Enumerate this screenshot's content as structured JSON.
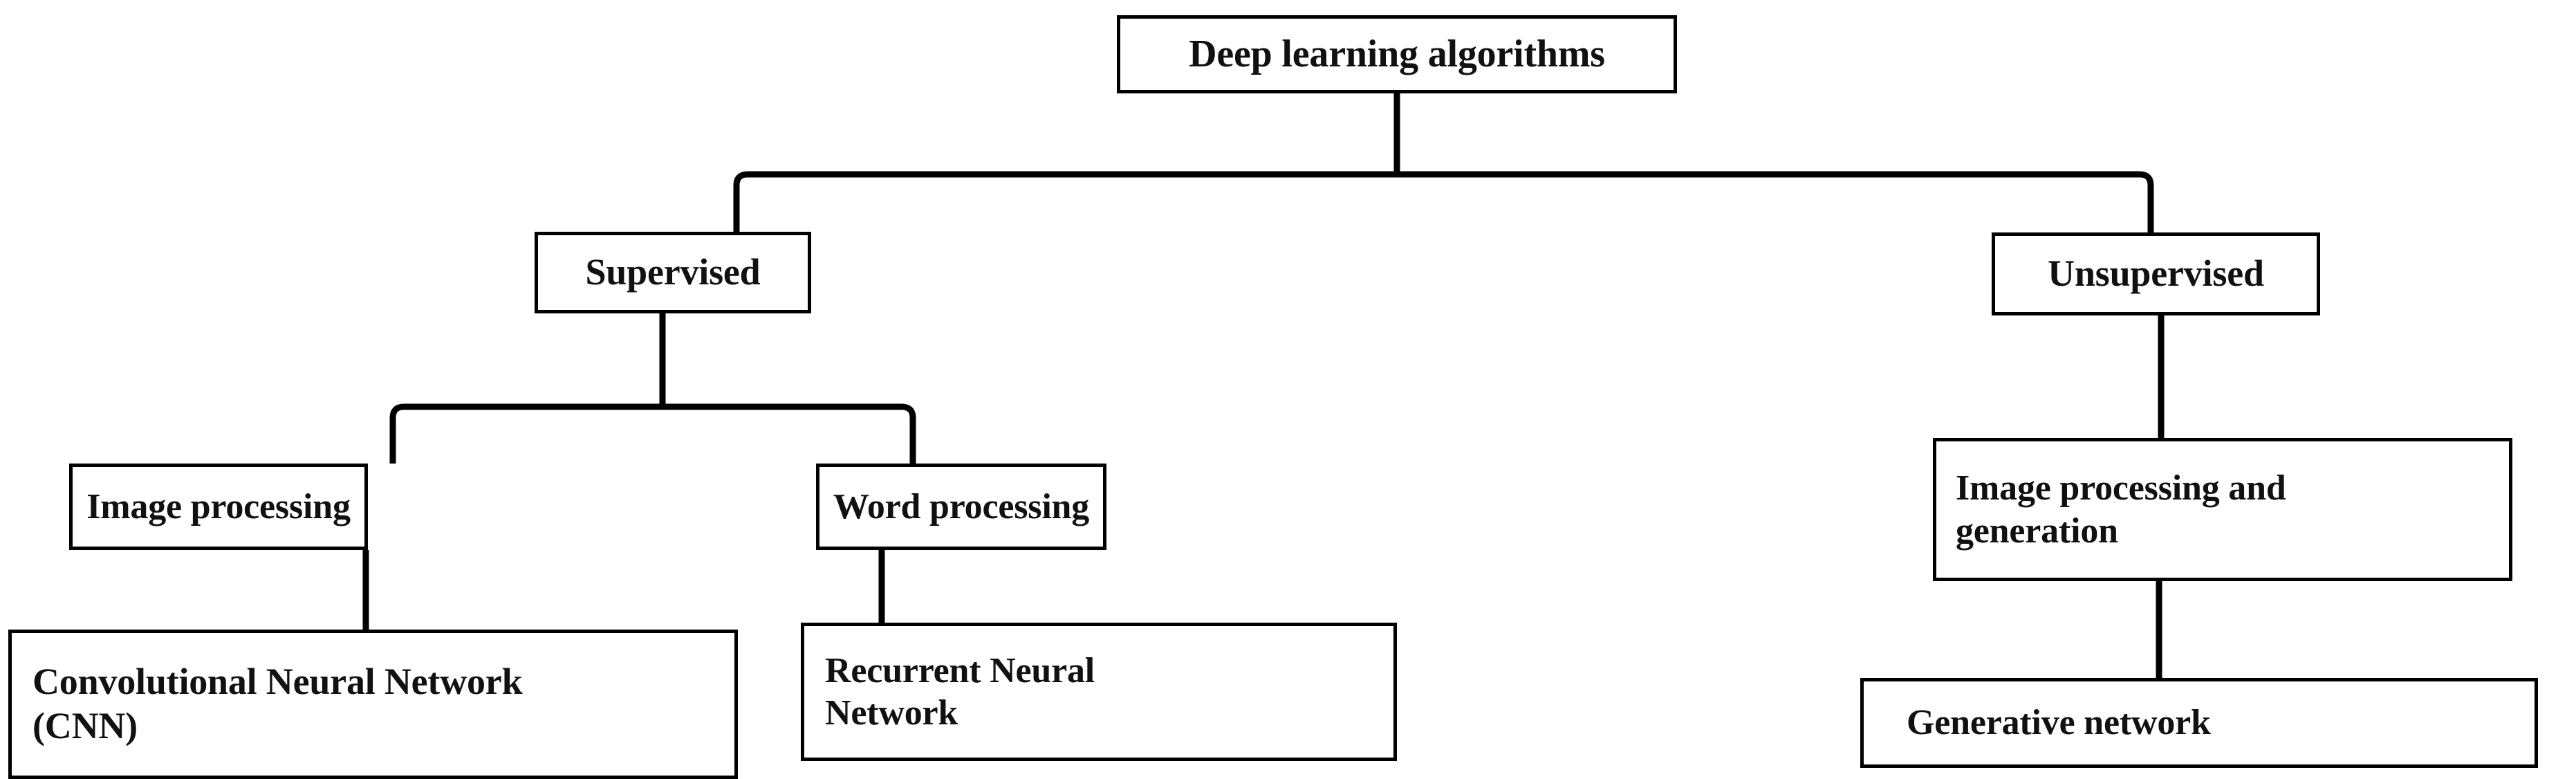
{
  "diagram": {
    "title": "Deep learning algorithms",
    "type": "hierarchy-tree",
    "orientation": "top-down",
    "style": {
      "box_border_color": "#000000",
      "box_fill_color": "#ffffff",
      "connector_color": "#000000",
      "text_color": "#111111",
      "background": "#ffffff"
    },
    "nodes": {
      "root": {
        "label": "Deep learning algorithms",
        "level": 0
      },
      "supervised": {
        "label": "Supervised",
        "level": 1
      },
      "unsupervised": {
        "label": "Unsupervised",
        "level": 1
      },
      "image_processing": {
        "label": "Image processing",
        "level": 2
      },
      "word_processing": {
        "label": "Word processing",
        "level": 2
      },
      "image_processing_and_generation": {
        "label": "Image processing and\ngeneration",
        "level": 2
      },
      "cnn": {
        "label": "Convolutional  Neural Network\n(CNN)",
        "level": 3
      },
      "rnn": {
        "label": "Recurrent Neural\nNetwork",
        "level": 3
      },
      "generative_network": {
        "label": "Generative network",
        "level": 3
      }
    },
    "edges": [
      {
        "from": "root",
        "to": "supervised"
      },
      {
        "from": "root",
        "to": "unsupervised"
      },
      {
        "from": "supervised",
        "to": "image_processing"
      },
      {
        "from": "supervised",
        "to": "word_processing"
      },
      {
        "from": "unsupervised",
        "to": "image_processing_and_generation"
      },
      {
        "from": "image_processing",
        "to": "cnn"
      },
      {
        "from": "word_processing",
        "to": "rnn"
      },
      {
        "from": "image_processing_and_generation",
        "to": "generative_network"
      }
    ]
  }
}
